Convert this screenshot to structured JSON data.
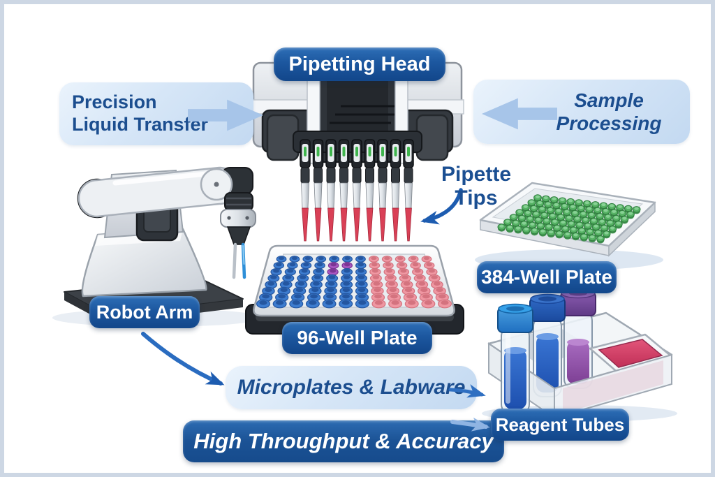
{
  "labels": {
    "pipetting_head": "Pipetting Head",
    "precision_line1": "Precision",
    "precision_line2": "Liquid Transfer",
    "sample_line1": "Sample",
    "sample_line2": "Processing",
    "pipette_tips": "Pipette Tips",
    "robot_arm": "Robot Arm",
    "plate96": "96-Well Plate",
    "plate384": "384-Well Plate",
    "microplates": "Microplates & Labware",
    "reagent_tubes": "Reagent Tubes",
    "high_throughput": "High Throughput & Accuracy"
  },
  "colors": {
    "frame_border": "#cdd7e4",
    "pill_blue_top": "#2e6fb7",
    "pill_blue_bottom": "#12468a",
    "banner_light": "#d6e6f7",
    "banner_text_blue": "#1c4e8f",
    "arrow_light_blue": "#a7c5e9",
    "arrow_bright_blue": "#2a6cc0",
    "reservoir_pink": "#d8436b"
  },
  "illustrations": {
    "pipette_channels": {
      "count": 9,
      "tip_color": "#d94056",
      "led_color": "#3fb54d"
    },
    "plate96": {
      "rows": 8,
      "cols": 12,
      "blue_cols": 7,
      "well_blue": "#3d7ccf",
      "well_pink": "#ef97a2",
      "well_purple": "#a957c1",
      "purple_wells": [
        [
          1,
          4
        ],
        [
          1,
          5
        ],
        [
          2,
          4
        ]
      ]
    },
    "plate384": {
      "rows": 7,
      "cols": 13,
      "well_green": "#56b264"
    }
  }
}
